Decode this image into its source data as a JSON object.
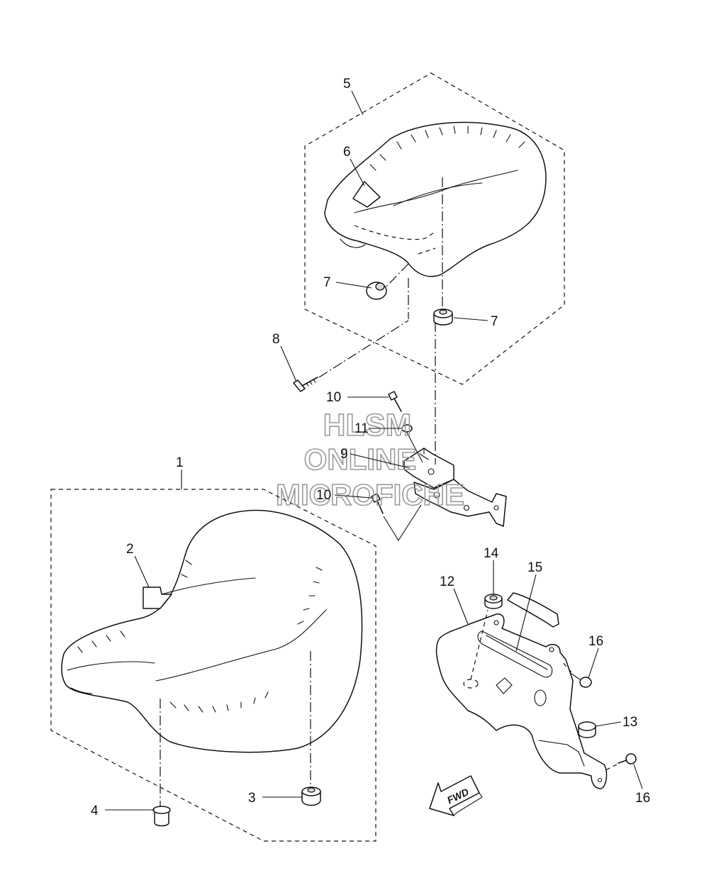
{
  "diagram": {
    "callouts": {
      "c1": "1",
      "c2": "2",
      "c3": "3",
      "c4": "4",
      "c5": "5",
      "c6": "6",
      "c7a": "7",
      "c7b": "7",
      "c8": "8",
      "c9": "9",
      "c10a": "10",
      "c10b": "10",
      "c11": "11",
      "c12": "12",
      "c13": "13",
      "c14": "14",
      "c15": "15",
      "c16a": "16",
      "c16b": "16"
    },
    "watermark": {
      "line1": "HLSM",
      "line2": "ONLINE",
      "line3": "MICROFICHE"
    },
    "direction_arrow": {
      "label": "FWD"
    }
  }
}
